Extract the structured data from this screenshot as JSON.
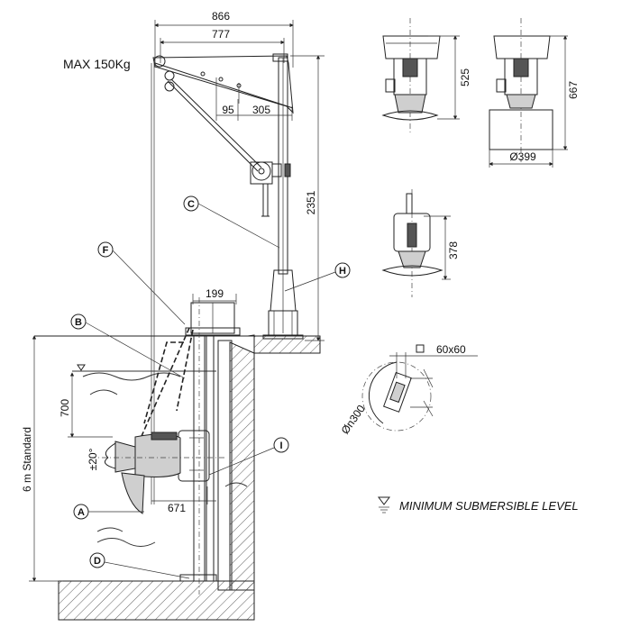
{
  "labels": {
    "max_load": "MAX 150Kg",
    "dim_866": "866",
    "dim_777": "777",
    "dim_95": "95",
    "dim_305": "305",
    "dim_2351": "2351",
    "dim_199": "199",
    "dim_700": "700",
    "dim_671": "671",
    "dim_20deg": "±20°",
    "dim_6m": "6 m Standard",
    "dim_525": "525",
    "dim_667": "667",
    "dim_399": "Ø399",
    "dim_378": "378",
    "dim_60x60": "60x60",
    "dim_300": "Øn300",
    "legend_min_level": "MINIMUM SUBMERSIBLE LEVEL"
  },
  "callouts": {
    "A": "A",
    "B": "B",
    "C": "C",
    "D": "D",
    "F": "F",
    "H": "H",
    "I": "I"
  }
}
